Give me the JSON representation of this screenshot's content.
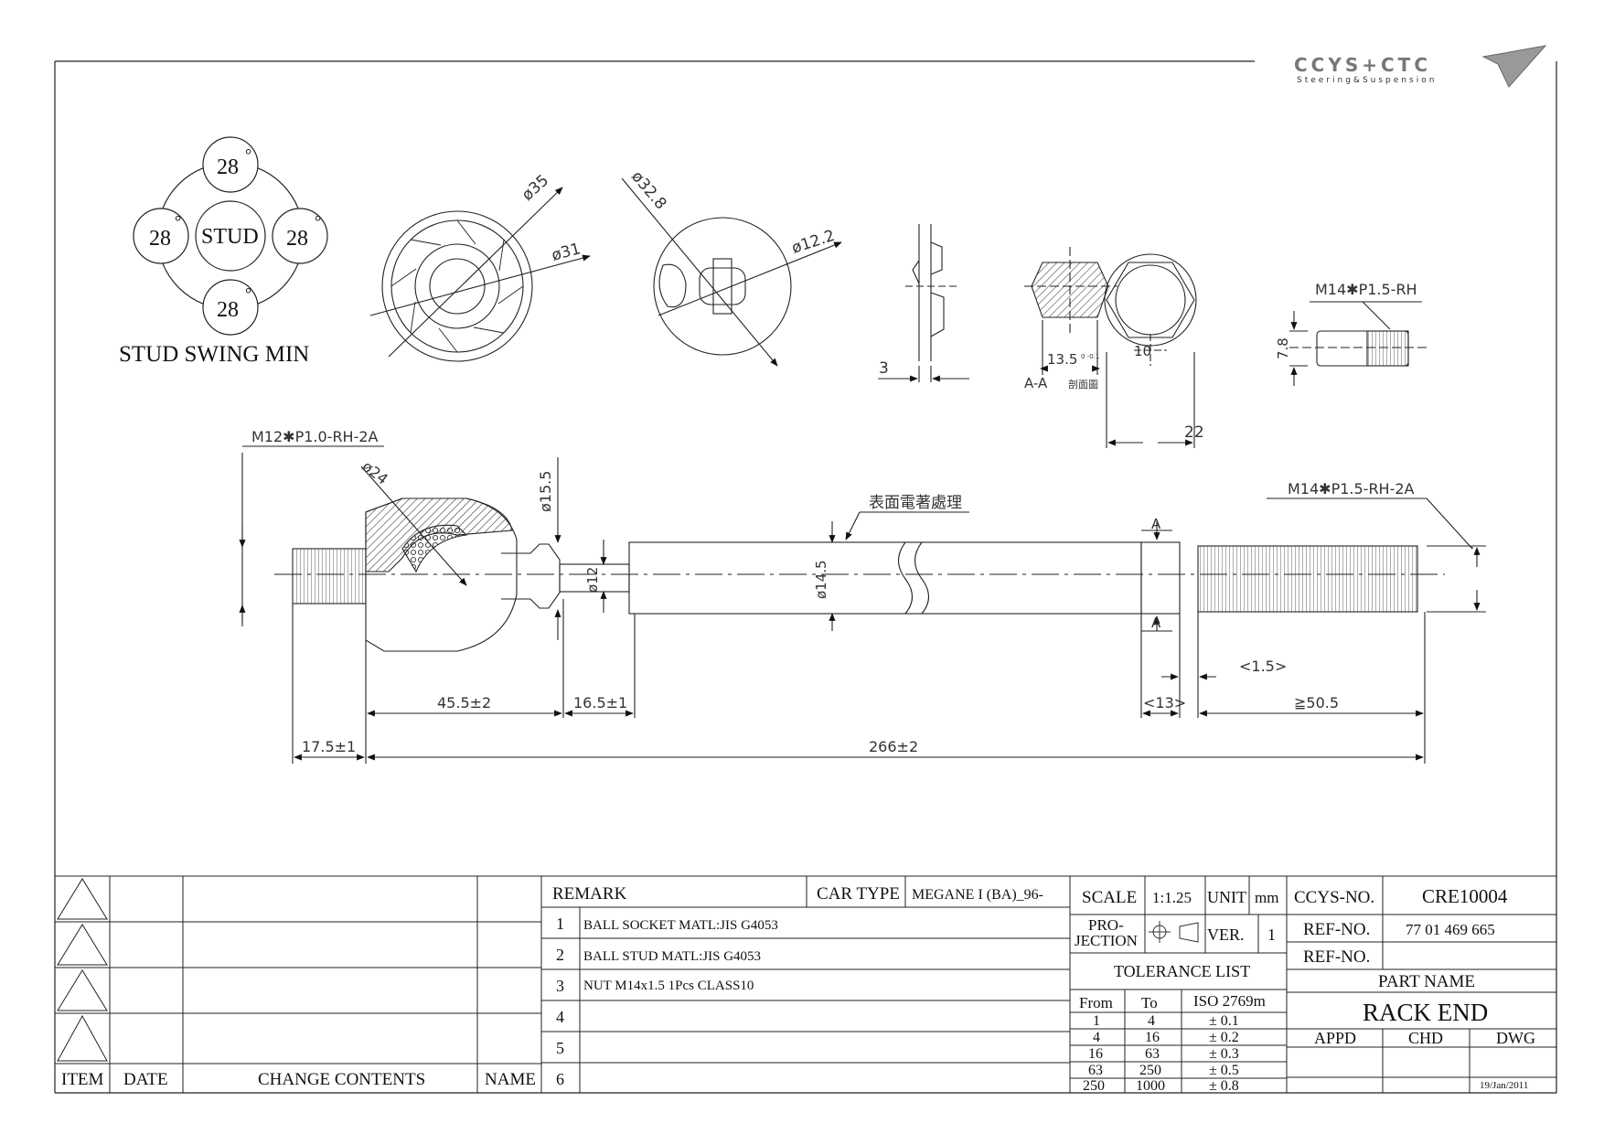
{
  "brand": {
    "logo_text": "CCYS+CTC",
    "tagline": "Steering&Suspension"
  },
  "swing": {
    "angles": {
      "top": "28",
      "left": "28",
      "right": "28",
      "bottom": "28"
    },
    "degree_mark": "°",
    "center": "STUD",
    "caption": "STUD SWING MIN"
  },
  "dimensions": {
    "boot_outer": "ø35",
    "boot_inner": "ø31",
    "plate_outer": "ø32.8",
    "plate_hole": "ø12.2",
    "washer_thickness": "3",
    "flat": "13.5",
    "flat_tol": "0 -0.1",
    "section_label": "A-A",
    "section_cn": "剖面圖",
    "nut_across_flats": "22",
    "nut_thickness": "7.8",
    "nut_inner": "10",
    "nut_thread": "M14✱P1.5-RH",
    "left_thread": "M12✱P1.0-RH-2A",
    "ball": "ø24",
    "neck": "ø15.5",
    "shaft_small": "ø12",
    "shaft": "ø14.5",
    "surface_note": "表面電著處理",
    "section_mark": "A",
    "right_thread": "M14✱P1.5-RH-2A",
    "d_17_5": "17.5±1",
    "d_45_5": "45.5±2",
    "d_16_5": "16.5±1",
    "d_266": "266±2",
    "d_13": "<13>",
    "d_1_5": "<1.5>",
    "d_50_5": "≧50.5"
  },
  "revision": {
    "headers": {
      "item": "ITEM",
      "date": "DATE",
      "contents": "CHANGE CONTENTS",
      "name": "NAME"
    }
  },
  "remarks": {
    "title": "REMARK",
    "car_type_label": "CAR TYPE",
    "car_type": "MEGANE I (BA)_96-",
    "rows": [
      {
        "no": "1",
        "text": "BALL SOCKET MATL:JIS  G4053"
      },
      {
        "no": "2",
        "text": "BALL STUD MATL:JIS G4053"
      },
      {
        "no": "3",
        "text": "NUT M14x1.5 1Pcs CLASS10"
      },
      {
        "no": "4",
        "text": ""
      },
      {
        "no": "5",
        "text": ""
      },
      {
        "no": "6",
        "text": ""
      }
    ]
  },
  "spec": {
    "scale_label": "SCALE",
    "scale": "1:1.25",
    "unit_label": "UNIT",
    "unit": "mm",
    "proj_label_1": "PRO-",
    "proj_label_2": "JECTION",
    "ver_label": "VER.",
    "ver": "1",
    "tol_title": "TOLERANCE LIST",
    "tol_headers": [
      "From",
      "To",
      "ISO 2769m"
    ],
    "tol_rows": [
      [
        "1",
        "4",
        "± 0.1"
      ],
      [
        "4",
        "16",
        "± 0.2"
      ],
      [
        "16",
        "63",
        "± 0.3"
      ],
      [
        "63",
        "250",
        "± 0.5"
      ],
      [
        "250",
        "1000",
        "± 0.8"
      ]
    ]
  },
  "title_block": {
    "ccys_label": "CCYS-NO.",
    "ccys_no": "CRE10004",
    "ref_label": "REF-NO.",
    "ref_no": "77 01 469 665",
    "ref_label2": "REF-NO.",
    "ref_no2": "",
    "part_name_label": "PART NAME",
    "part_name": "RACK END",
    "appd": "APPD",
    "chd": "CHD",
    "dwg": "DWG",
    "date": "19/Jan/2011"
  }
}
